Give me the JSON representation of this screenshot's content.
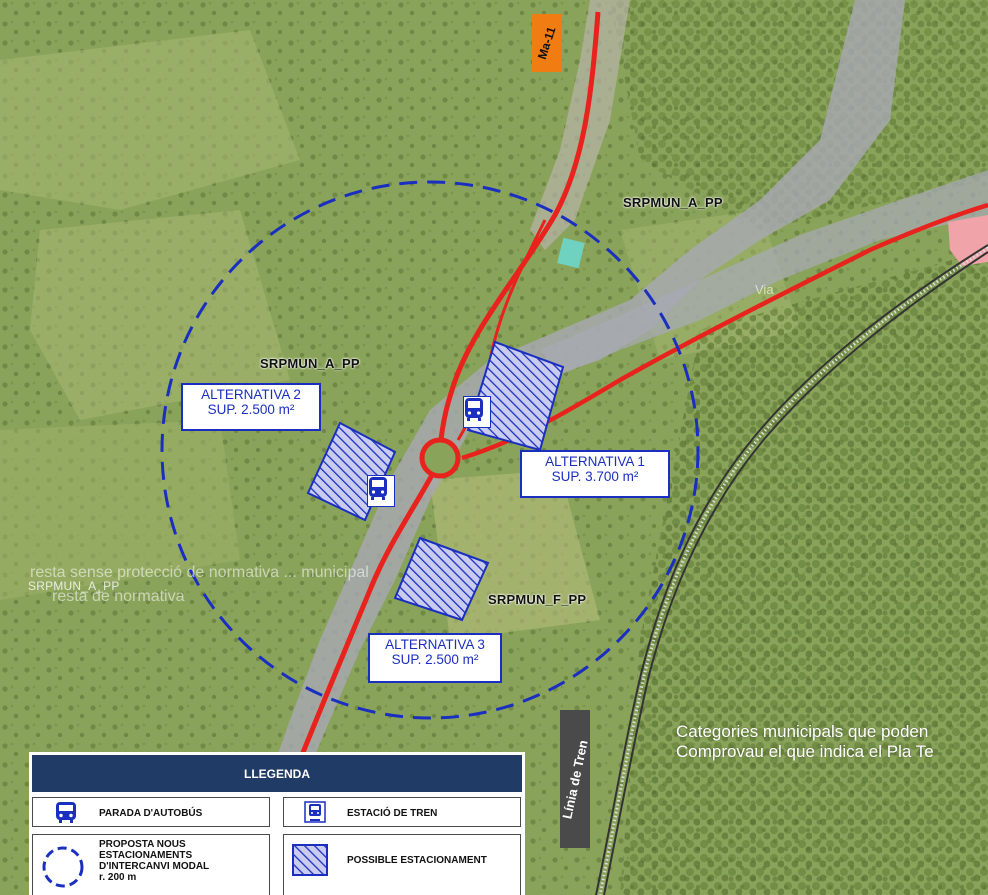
{
  "map": {
    "road_label": "Ma-11",
    "rail_label": "Línia de Tren",
    "via_label": "Via",
    "zones": {
      "north_east": "SRPMUN_A_PP",
      "west": "SRPMUN_A_PP",
      "south": "SRPMUN_F_PP",
      "far_west": "SRPMUN_A_PP"
    },
    "ghost_text": {
      "line1": "resta sense protecció de normativa ... municipal",
      "line2": "resta de normativa"
    },
    "alternatives": [
      {
        "title": "ALTERNATIVA 1",
        "surface": "SUP. 3.700 m²"
      },
      {
        "title": "ALTERNATIVA 2",
        "surface": "SUP.  2.500 m²"
      },
      {
        "title": "ALTERNATIVA 3",
        "surface": "SUP.  2.500 m²"
      }
    ],
    "info_note": {
      "line1": "Categories municipals que poden",
      "line2": "Comprovau el que indica el Pla Te"
    },
    "colors": {
      "road": "#e8221c",
      "circle": "#1a2fbf",
      "parking_hatch": "#1a2fbf",
      "aerial_base": "#8aa35a",
      "legend_header": "#1f3b66"
    }
  },
  "legend": {
    "title": "LLEGENDA",
    "items": [
      {
        "icon": "bus-icon",
        "label": "PARADA D'AUTOBÚS"
      },
      {
        "icon": "train-icon",
        "label": "ESTACIÓ DE TREN"
      },
      {
        "icon": "dashed-circle-icon",
        "label_lines": [
          "PROPOSTA NOUS",
          "ESTACIONAMENTS",
          "D'INTERCANVI MODAL",
          "r. 200 m"
        ]
      },
      {
        "icon": "hatch-icon",
        "label": "POSSIBLE ESTACIONAMENT"
      }
    ]
  }
}
